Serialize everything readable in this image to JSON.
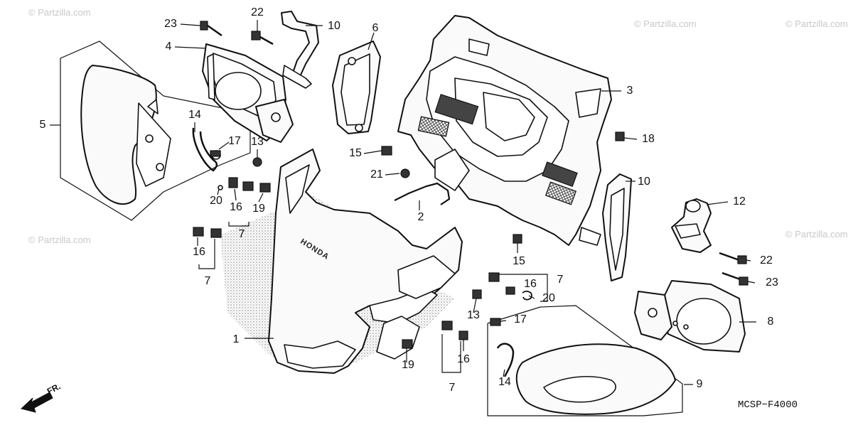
{
  "watermark": "© Partzilla.com",
  "diagram_code": "MCSP−F4000",
  "front_indicator": "FR.",
  "brand_mark": "HONDA",
  "callouts": {
    "c1": "1",
    "c2": "2",
    "c3": "3",
    "c4": "4",
    "c5": "5",
    "c6": "6",
    "c7a": "7",
    "c7b": "7",
    "c7c": "7",
    "c7d": "7",
    "c8": "8",
    "c9": "9",
    "c10a": "10",
    "c10b": "10",
    "c12": "12",
    "c13a": "13",
    "c13b": "13",
    "c14a": "14",
    "c14b": "14",
    "c15a": "15",
    "c15b": "15",
    "c16a": "16",
    "c16b": "16",
    "c16c": "16",
    "c16d": "16",
    "c17a": "17",
    "c17b": "17",
    "c18": "18",
    "c19a": "19",
    "c19b": "19",
    "c20a": "20",
    "c20b": "20",
    "c21": "21",
    "c22a": "22",
    "c22b": "22",
    "c23a": "23",
    "c23b": "23"
  }
}
